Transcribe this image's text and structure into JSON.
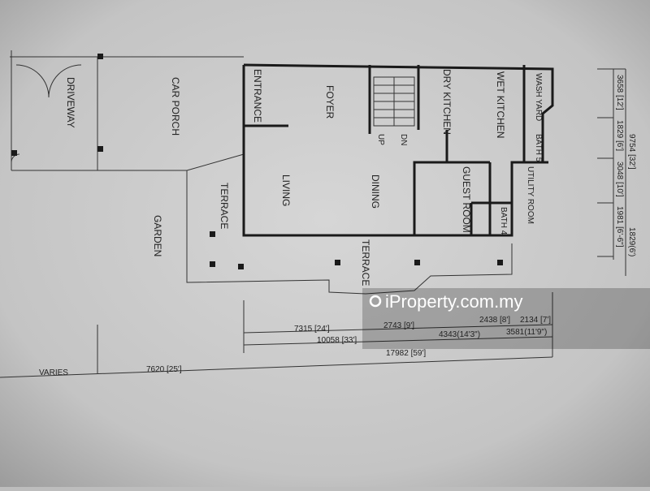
{
  "rooms": {
    "driveway": "DRIVEWAY",
    "car_porch": "CAR PORCH",
    "entrance": "ENTRANCE",
    "foyer": "FOYER",
    "dry_kitchen": "DRY KITCHEN",
    "wet_kitchen": "WET KITCHEN",
    "wash_yard": "WASH YARD",
    "bath5": "BATH 5",
    "utility_room": "UTILITY ROOM",
    "guest_room": "GUEST ROOM",
    "bath4": "BATH 4",
    "dining": "DINING",
    "living": "LIVING",
    "terrace_left": "TERRACE",
    "terrace_bottom": "TERRACE",
    "garden": "GARDEN",
    "stair_up": "UP",
    "stair_dn": "DN"
  },
  "dimensions_bottom": {
    "d1": "7315 [24']",
    "d2": "2743 [9']",
    "d3": "2438 [8']",
    "d4": "2134 [7']",
    "d5": "10058 [33']",
    "d6": "4343(14'3\")",
    "d7": "3581(11'9\")",
    "d8": "17982 [59']",
    "d9": "7620 [25']",
    "d10": "VARIES"
  },
  "dimensions_right": {
    "r1": "3658 [12']",
    "r2": "1829 [6']",
    "r3": "3048 [10']",
    "r4": "1981 [6'-6\"]",
    "r5": "9754 [32']",
    "r6": "1829(6')"
  },
  "watermark": "iProperty.com.my"
}
